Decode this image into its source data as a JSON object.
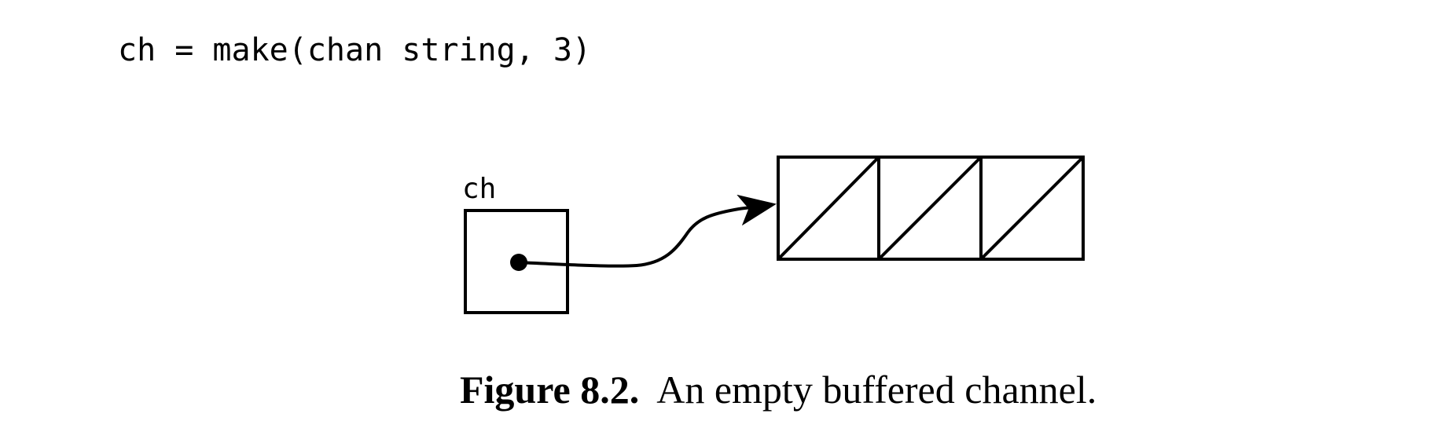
{
  "code": {
    "line": "ch = make(chan string, 3)"
  },
  "diagram": {
    "variable_label": "ch",
    "buffer_slots": 3,
    "empty_slots": 3
  },
  "caption": {
    "number": "Figure 8.2.",
    "text": "An empty buffered channel."
  }
}
